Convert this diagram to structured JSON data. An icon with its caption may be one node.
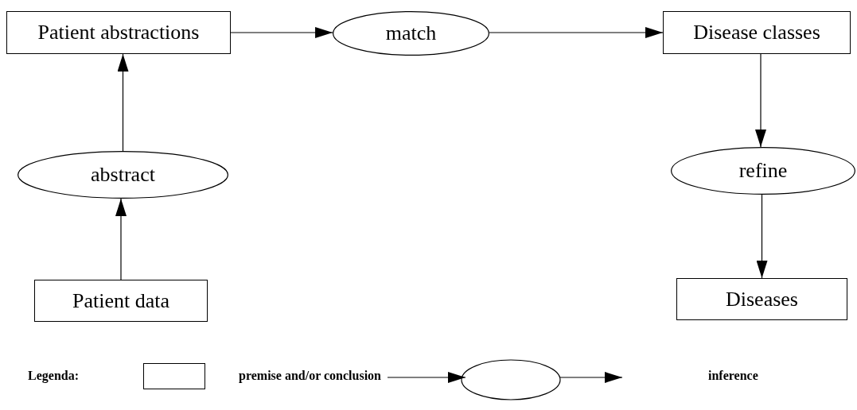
{
  "diagram": {
    "nodes": [
      {
        "text": [
          "Patient abstractions"
        ]
      },
      {
        "text": [
          "match"
        ]
      },
      {
        "text": [
          "Disease classes"
        ]
      },
      {
        "text": [
          "abstract"
        ]
      },
      {
        "text": [
          "refine"
        ]
      },
      {
        "text": [
          "Patient data"
        ]
      },
      {
        "text": [
          "Diseases"
        ]
      }
    ],
    "edges": [
      {
        "from": 0,
        "to": 1,
        "arrow": "to"
      },
      {
        "from": 1,
        "to": 2,
        "arrow": "to"
      },
      {
        "from": 2,
        "to": 4,
        "arrow": "to"
      },
      {
        "from": 4,
        "to": 6,
        "arrow": "to"
      },
      {
        "from": 5,
        "to": 3,
        "arrow": "to"
      },
      {
        "from": 3,
        "to": 0,
        "arrow": "to"
      }
    ],
    "labels": [
      "Legenda:"
    ],
    "legend": [
      {
        "text": "premise and/or conclusion"
      },
      {
        "text": "inference"
      }
    ]
  }
}
